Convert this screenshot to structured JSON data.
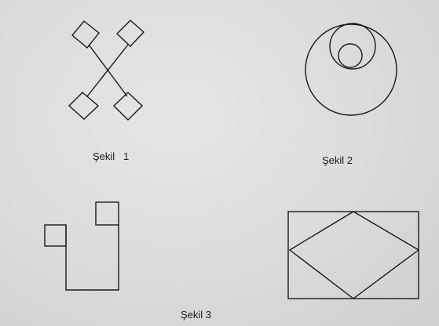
{
  "captions": {
    "figure_1": "Şekil   1",
    "figure_2": "Şekil 2",
    "figure_3": "Şekil 3"
  },
  "colors": {
    "paper": "#dcdcda",
    "ink": "#1a1a1a"
  }
}
